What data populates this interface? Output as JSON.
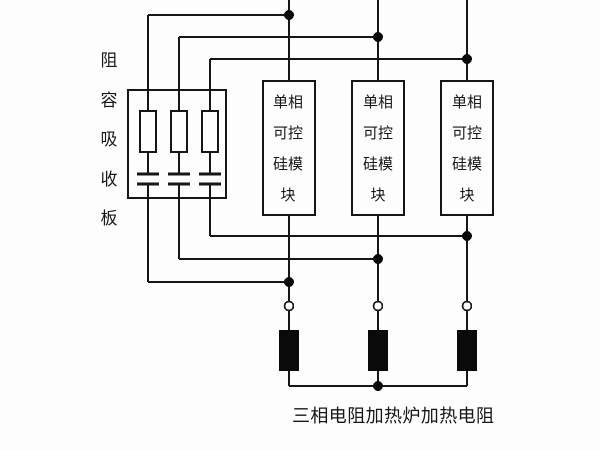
{
  "diagram": {
    "colors": {
      "line": "#161616",
      "background": "#fdfdfd",
      "heater_fill": "#0a0a0a"
    },
    "rc_board": {
      "label": "阻容吸收板"
    },
    "scr_modules": [
      {
        "label": "单相可控硅模块"
      },
      {
        "label": "单相可控硅模块"
      },
      {
        "label": "单相可控硅模块"
      }
    ],
    "heater_caption": "三相电阻加热炉加热电阻"
  }
}
